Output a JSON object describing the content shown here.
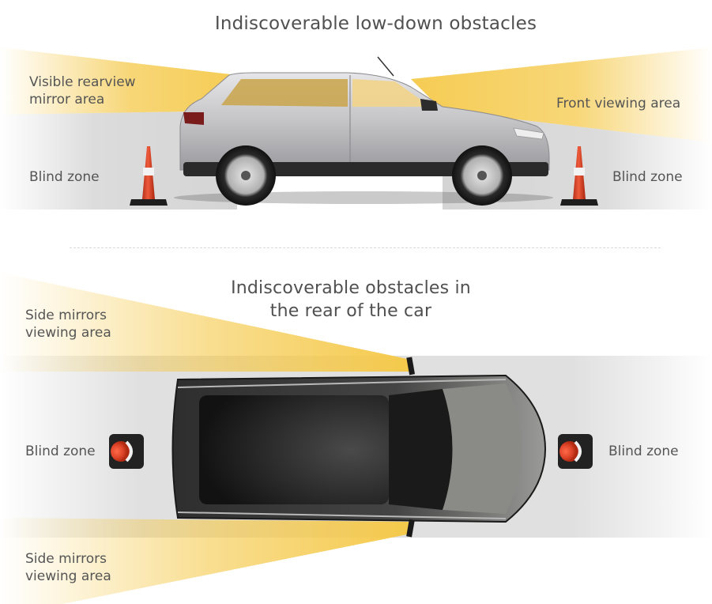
{
  "colors": {
    "viewing_area": "#f5c94a",
    "blind_zone": "#d8d8d8",
    "car_side_body": "#c8c8cb",
    "car_top_body": "#3a3a3a",
    "cone": "#e0462a",
    "text": "#555555"
  },
  "top_panel": {
    "title": "Indiscoverable low-down obstacles",
    "labels": {
      "rear_view": [
        "Visible rearview",
        "mirror area"
      ],
      "front_view": "Front viewing area",
      "rear_blind": "Blind zone",
      "front_blind": "Blind zone"
    },
    "icons": [
      "side-view-car-icon",
      "traffic-cone-icon",
      "traffic-cone-icon"
    ]
  },
  "bottom_panel": {
    "title": [
      "Indiscoverable obstacles in",
      "the rear of the car"
    ],
    "labels": {
      "side_mirror_top": [
        "Side mirrors",
        "viewing area"
      ],
      "side_mirror_bottom": [
        "Side mirrors",
        "viewing area"
      ],
      "rear_blind": "Blind zone",
      "front_blind": "Blind zone"
    },
    "icons": [
      "top-view-car-icon",
      "cone-top-view-icon",
      "cone-top-view-icon"
    ]
  }
}
